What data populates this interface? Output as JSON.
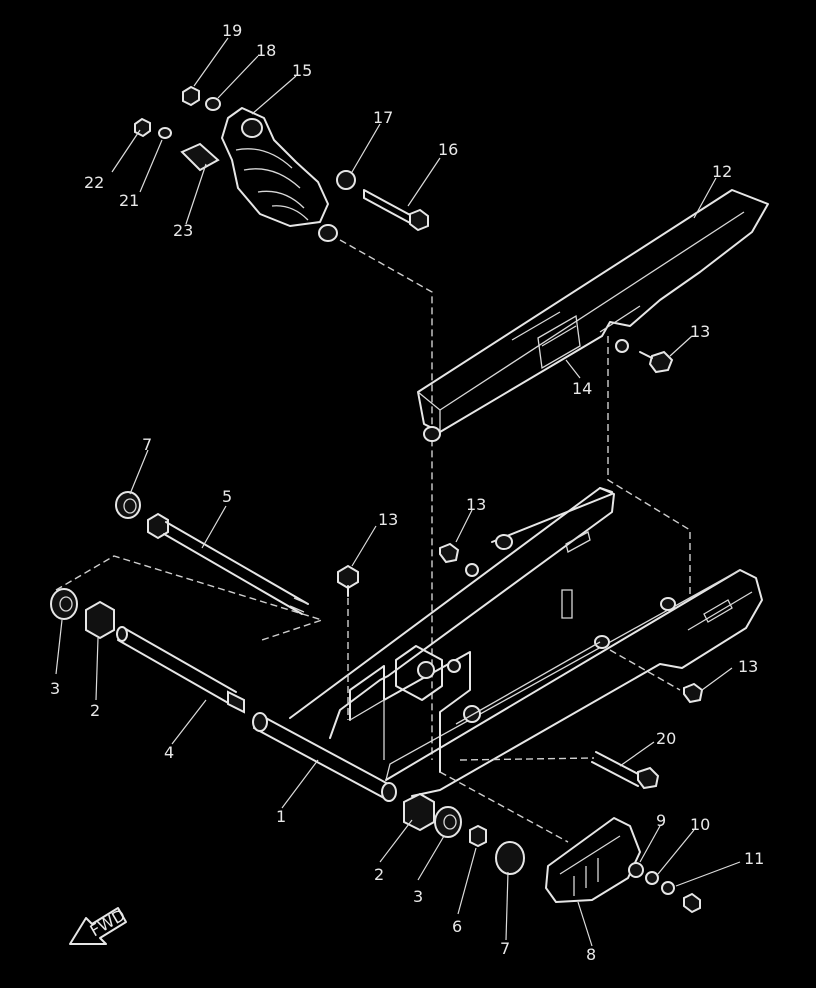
{
  "diagram": {
    "fwd_label": "FWD",
    "callouts": [
      {
        "id": "c19",
        "text": "19"
      },
      {
        "id": "c18",
        "text": "18"
      },
      {
        "id": "c15",
        "text": "15"
      },
      {
        "id": "c17",
        "text": "17"
      },
      {
        "id": "c16",
        "text": "16"
      },
      {
        "id": "c22",
        "text": "22"
      },
      {
        "id": "c21",
        "text": "21"
      },
      {
        "id": "c23",
        "text": "23"
      },
      {
        "id": "c12",
        "text": "12"
      },
      {
        "id": "c13a",
        "text": "13"
      },
      {
        "id": "c14",
        "text": "14"
      },
      {
        "id": "c7a",
        "text": "7"
      },
      {
        "id": "c5",
        "text": "5"
      },
      {
        "id": "c13b",
        "text": "13"
      },
      {
        "id": "c13c",
        "text": "13"
      },
      {
        "id": "c3a",
        "text": "3"
      },
      {
        "id": "c2a",
        "text": "2"
      },
      {
        "id": "c4",
        "text": "4"
      },
      {
        "id": "c13d",
        "text": "13"
      },
      {
        "id": "c20",
        "text": "20"
      },
      {
        "id": "c1",
        "text": "1"
      },
      {
        "id": "c9",
        "text": "9"
      },
      {
        "id": "c10",
        "text": "10"
      },
      {
        "id": "c11",
        "text": "11"
      },
      {
        "id": "c2b",
        "text": "2"
      },
      {
        "id": "c3b",
        "text": "3"
      },
      {
        "id": "c6",
        "text": "6"
      },
      {
        "id": "c7b",
        "text": "7"
      },
      {
        "id": "c8",
        "text": "8"
      }
    ]
  }
}
